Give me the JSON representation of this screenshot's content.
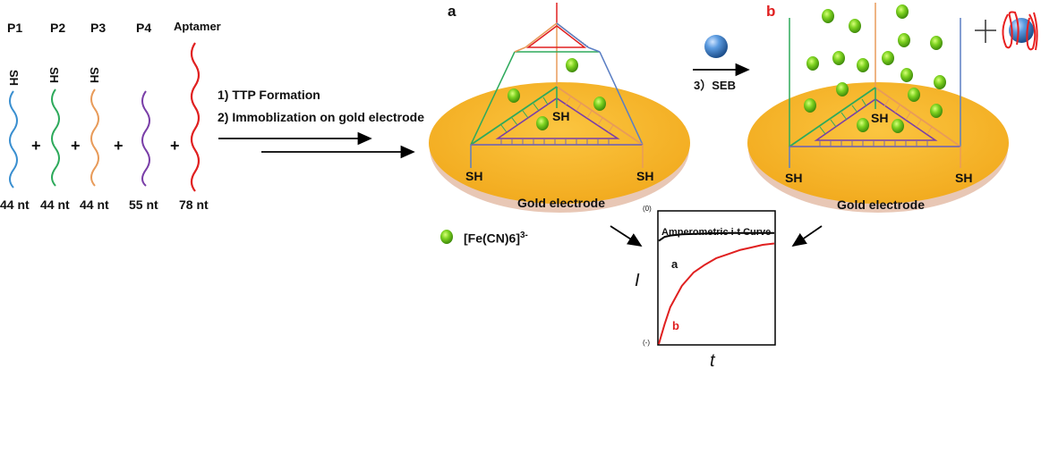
{
  "strands": [
    {
      "label": "P1",
      "length": "44 nt",
      "thiol": "SH",
      "color": "#3a8fd0"
    },
    {
      "label": "P2",
      "length": "44 nt",
      "thiol": "SH",
      "color": "#2eaa5c"
    },
    {
      "label": "P3",
      "length": "44 nt",
      "thiol": "SH",
      "color": "#e89b5a"
    },
    {
      "label": "P4",
      "length": "55 nt",
      "thiol": "",
      "color": "#7a3fa8"
    },
    {
      "label": "Aptamer",
      "length": "78 nt",
      "thiol": "",
      "color": "#e02020"
    }
  ],
  "plus_sign": "+",
  "steps": {
    "step1": "1) TTP Formation",
    "step2": "2) Immoblization on gold electrode",
    "step3": "3）SEB"
  },
  "panel_a": {
    "label": "a",
    "label_color": "#111111",
    "electrode": "Gold electrode",
    "thiol_labels": [
      "SH",
      "SH",
      "SH"
    ]
  },
  "panel_b": {
    "label": "b",
    "label_color": "#e02020",
    "electrode": "Gold electrode",
    "thiol_labels": [
      "SH",
      "SH",
      "SH"
    ],
    "plus": "+"
  },
  "legend": {
    "probe_label": "[Fe(CN)6]",
    "probe_superscript": "3-"
  },
  "colors": {
    "gold": "#f7b731",
    "gold_shadow": "#d9a184",
    "probe_green": "#7ed321",
    "seb_blue": "#3f7fc4",
    "aptamer_red": "#e02020"
  },
  "chart_data": {
    "type": "line",
    "title": "Amperometric i-t Curve",
    "xlabel": "t",
    "ylabel": "I",
    "y_top_tick": "(0)",
    "y_bottom_tick": "(-)",
    "xlim": [
      0,
      1
    ],
    "ylim": [
      0,
      1
    ],
    "series": [
      {
        "name": "a",
        "color": "#000000",
        "x": [
          0,
          0.05,
          0.1,
          0.2,
          0.4,
          0.6,
          0.8,
          1.0
        ],
        "y": [
          0.78,
          0.81,
          0.82,
          0.83,
          0.835,
          0.84,
          0.84,
          0.84
        ]
      },
      {
        "name": "b",
        "color": "#e02020",
        "x": [
          0,
          0.05,
          0.1,
          0.2,
          0.3,
          0.4,
          0.5,
          0.6,
          0.7,
          0.8,
          0.9,
          1.0
        ],
        "y": [
          0.0,
          0.15,
          0.28,
          0.44,
          0.54,
          0.6,
          0.65,
          0.68,
          0.71,
          0.73,
          0.75,
          0.76
        ]
      }
    ]
  }
}
